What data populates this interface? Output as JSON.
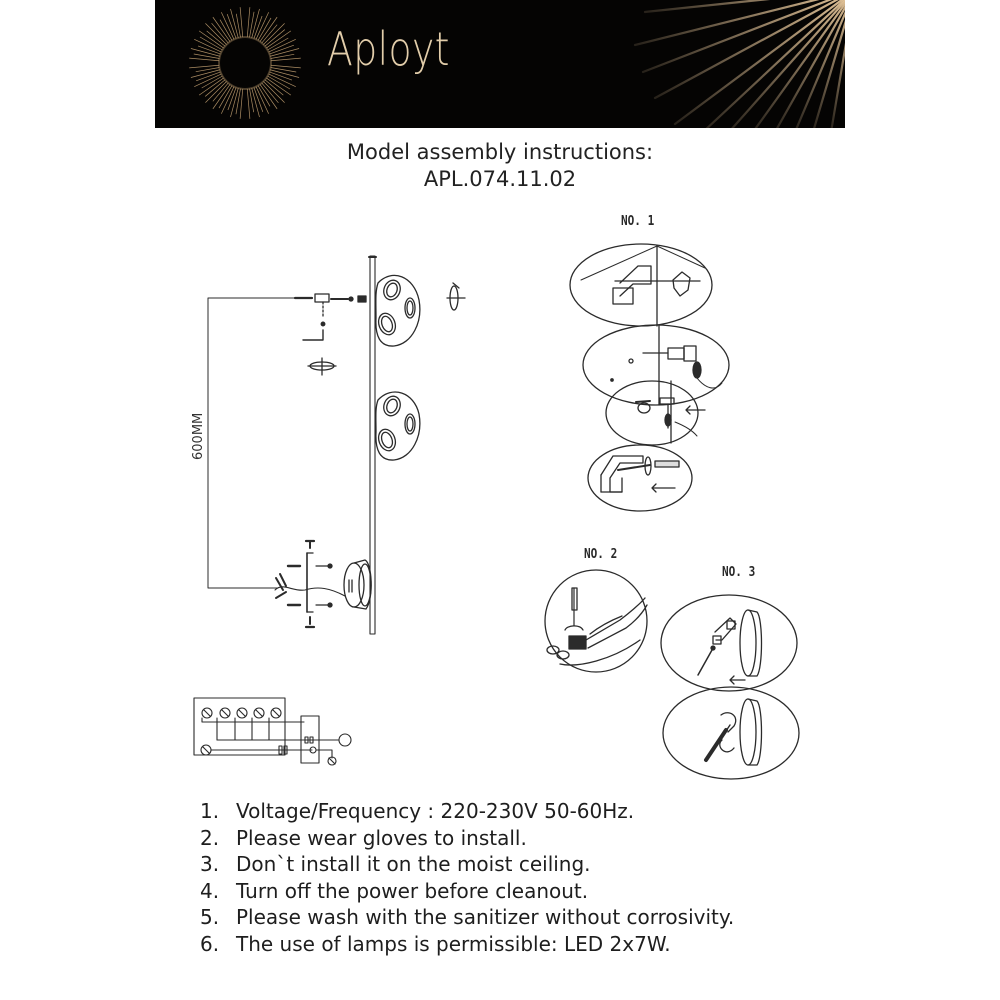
{
  "header": {
    "brand_name": "Aployt",
    "logo_icon": "sunburst-eclipse-icon",
    "decoration": "gold-rays-corner",
    "colors": {
      "background": "#050403",
      "gold": "#d9b88a",
      "wordmark": "#e2cdaa"
    }
  },
  "title": {
    "line1": "Model assembly instructions:",
    "line2": "APL.074.11.02"
  },
  "overview_diagram": {
    "dimension_label": "600MM",
    "lamp_heads": 2,
    "parts": [
      "mounting-bar",
      "lamp-head-upper",
      "lamp-head-lower",
      "ceiling-canopy",
      "mounting-bracket",
      "rotate-arrow-icon"
    ]
  },
  "steps": [
    {
      "label": "NO. 1",
      "panels": 4
    },
    {
      "label": "NO. 2",
      "panels": 1
    },
    {
      "label": "NO. 3",
      "panels": 2
    }
  ],
  "wiring_diagram": {
    "terminals": 5,
    "icon": "wiring-schematic-icon"
  },
  "notes": [
    {
      "num": "1.",
      "text": "Voltage/Frequency : 220-230V 50-60Hz."
    },
    {
      "num": "2.",
      "text": "Please wear gloves to install."
    },
    {
      "num": "3.",
      "text": "Don`t install it on the moist ceiling."
    },
    {
      "num": "4.",
      "text": "Turn off the power before cleanout."
    },
    {
      "num": "5.",
      "text": "Please wash with the sanitizer without corrosivity."
    },
    {
      "num": "6.",
      "text": "The use of lamps is permissible: LED 2x7W."
    }
  ]
}
